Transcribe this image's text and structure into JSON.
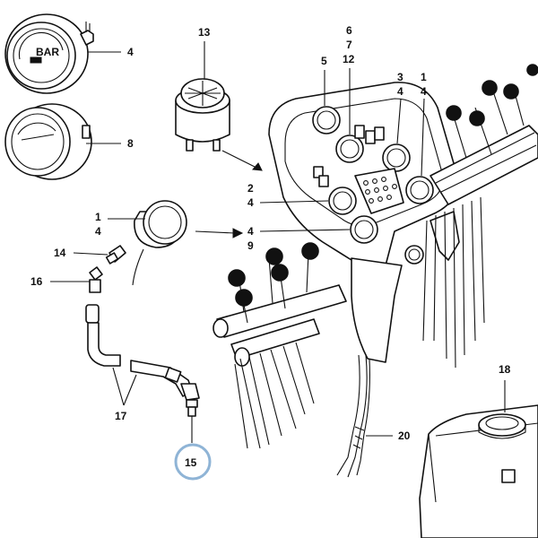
{
  "callouts": {
    "c4_top": "4",
    "c8": "8",
    "c13": "13",
    "c5": "5",
    "c6": "6",
    "c7": "7",
    "c12": "12",
    "c3": "3",
    "c4_b": "4",
    "c1_r": "1",
    "c4_r": "4",
    "c2": "2",
    "c4_c": "4",
    "c1_l": "1",
    "c4_l": "4",
    "c4_d": "4",
    "c9": "9",
    "c14": "14",
    "c16": "16",
    "c17": "17",
    "c15": "15",
    "c18": "18",
    "c20": "20"
  },
  "gauge_face_text": "BAR",
  "highlight": {
    "callout": "15",
    "color": "#8fb4d6"
  }
}
